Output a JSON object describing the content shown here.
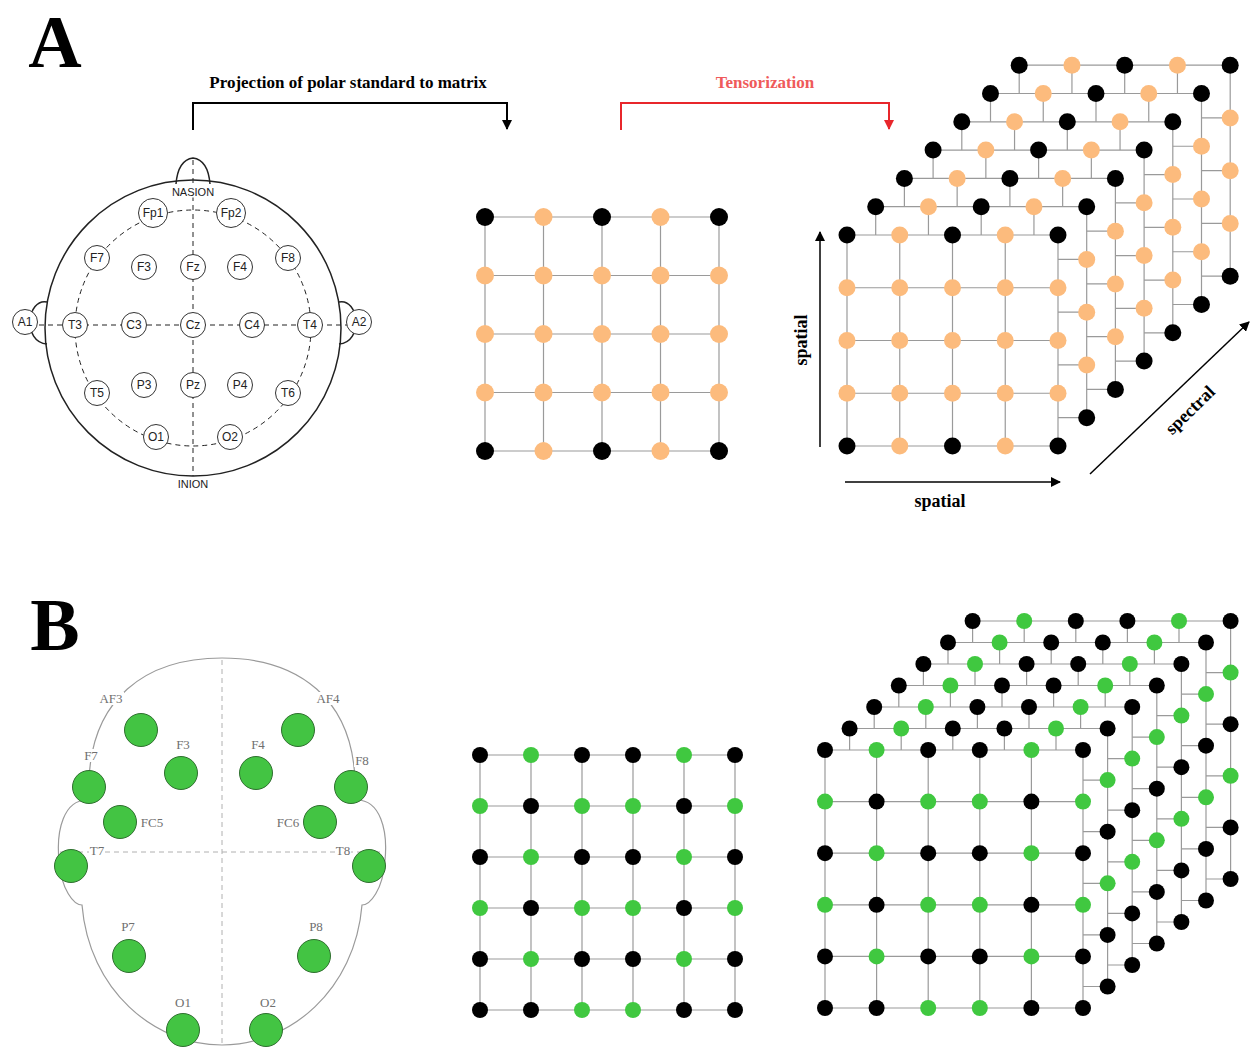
{
  "diagram": {
    "nodes": [
      {
        "text": [
          "Fp1"
        ]
      },
      {
        "text": [
          "Fp2"
        ]
      },
      {
        "text": [
          "F7"
        ]
      },
      {
        "text": [
          "F3"
        ]
      },
      {
        "text": [
          "Fz"
        ]
      },
      {
        "text": [
          "F4"
        ]
      },
      {
        "text": [
          "F8"
        ]
      },
      {
        "text": [
          "A1"
        ]
      },
      {
        "text": [
          "T3"
        ]
      },
      {
        "text": [
          "C3"
        ]
      },
      {
        "text": [
          "Cz"
        ]
      },
      {
        "text": [
          "C4"
        ]
      },
      {
        "text": [
          "T4"
        ]
      },
      {
        "text": [
          "A2"
        ]
      },
      {
        "text": [
          "T5"
        ]
      },
      {
        "text": [
          "P3"
        ]
      },
      {
        "text": [
          "Pz"
        ]
      },
      {
        "text": [
          "P4"
        ]
      },
      {
        "text": [
          "T6"
        ]
      },
      {
        "text": [
          "O1"
        ]
      },
      {
        "text": [
          "O2"
        ]
      },
      {
        "text": [
          "AF3"
        ]
      },
      {
        "text": [
          "AF4"
        ]
      },
      {
        "text": [
          "F7"
        ]
      },
      {
        "text": [
          "F3"
        ]
      },
      {
        "text": [
          "F4"
        ]
      },
      {
        "text": [
          "F8"
        ]
      },
      {
        "text": [
          "FC5"
        ]
      },
      {
        "text": [
          "FC6"
        ]
      },
      {
        "text": [
          "T7"
        ]
      },
      {
        "text": [
          "T8"
        ]
      },
      {
        "text": [
          "P7"
        ]
      },
      {
        "text": [
          "P8"
        ]
      },
      {
        "text": [
          "O1"
        ]
      },
      {
        "text": [
          "O2"
        ]
      }
    ],
    "labels": [
      "A",
      "Projection of polar standard to matrix",
      "Tensorization",
      "NASION",
      "INION",
      "spatial",
      "spatial",
      "spectral",
      "B"
    ]
  }
}
